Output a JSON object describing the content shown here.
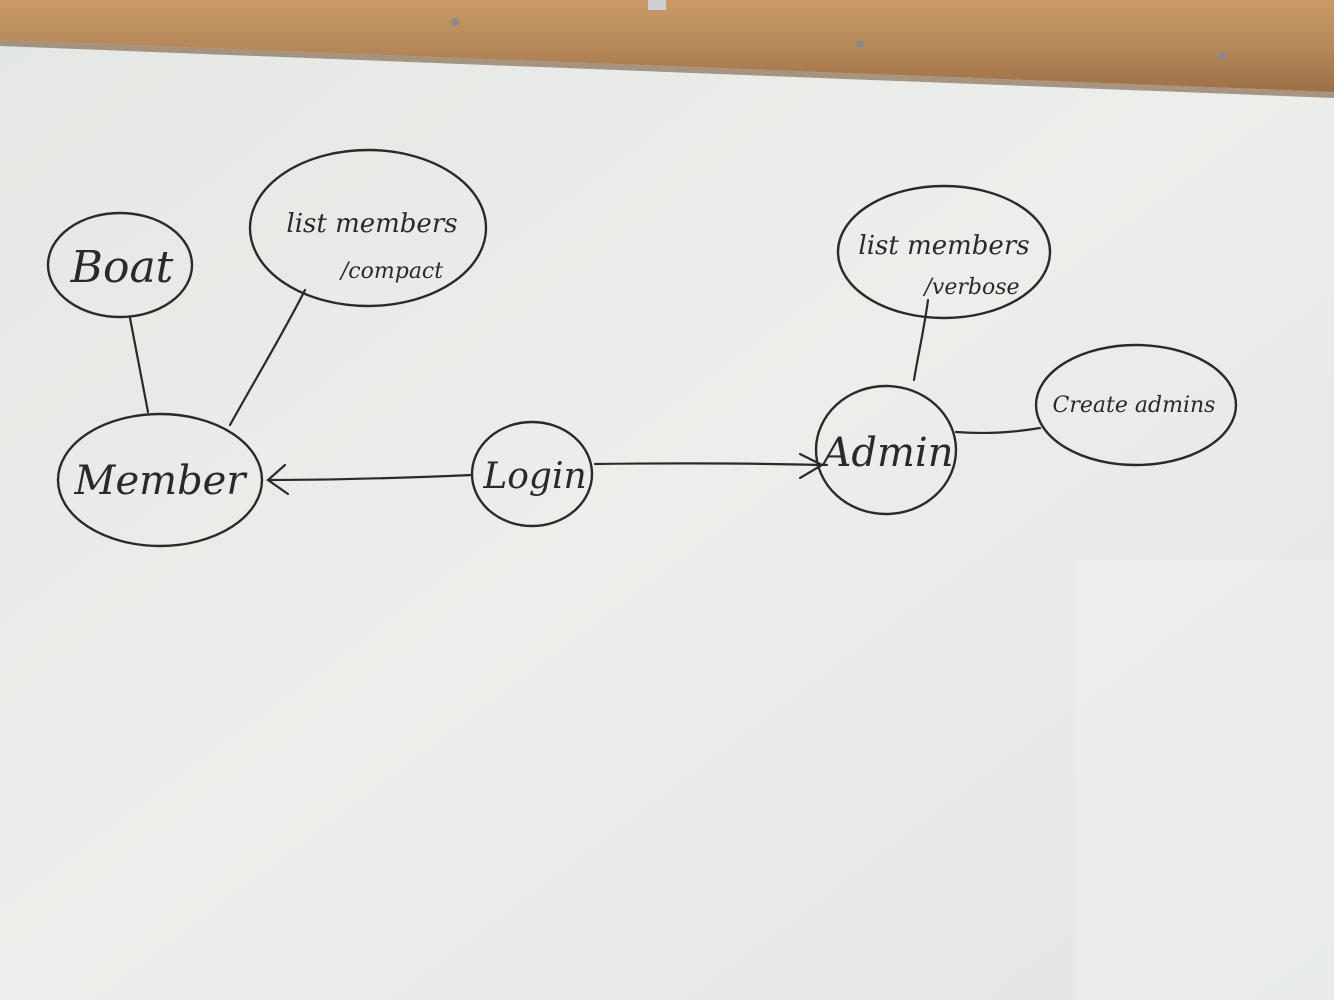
{
  "diagram": {
    "nodes": {
      "boat": {
        "label": "Boat"
      },
      "list_compact": {
        "line1": "list members",
        "line2": "/compact"
      },
      "member": {
        "label": "Member"
      },
      "login": {
        "label": "Login"
      },
      "admin": {
        "label": "Admin"
      },
      "list_verbose": {
        "line1": "list members",
        "line2": "/verbose"
      },
      "create_admins": {
        "label": "Create admins"
      }
    },
    "edges": [
      {
        "from": "boat",
        "to": "member",
        "type": "line"
      },
      {
        "from": "list_compact",
        "to": "member",
        "type": "line"
      },
      {
        "from": "login",
        "to": "member",
        "type": "arrow"
      },
      {
        "from": "login",
        "to": "admin",
        "type": "arrow"
      },
      {
        "from": "list_verbose",
        "to": "admin",
        "type": "line"
      },
      {
        "from": "admin",
        "to": "create_admins",
        "type": "line"
      }
    ]
  },
  "colors": {
    "board": "#e9ebe8",
    "marker": "#2a2a2a",
    "frame_wood": "#b98a5a"
  }
}
